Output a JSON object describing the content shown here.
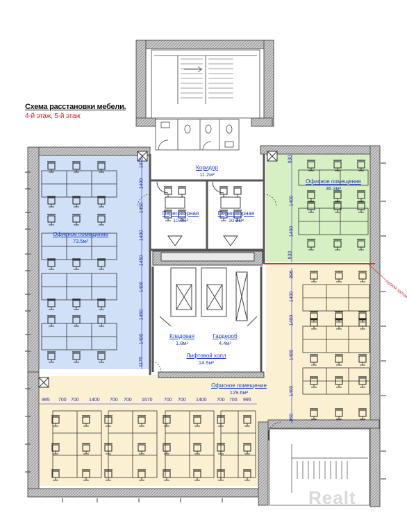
{
  "title": {
    "main": "Схема расстановки мебели.",
    "floors": "4-й этаж, 5-й этаж"
  },
  "rooms": {
    "corridor": {
      "name": "Коридор",
      "area": "11.2м²"
    },
    "meeting_1": {
      "name": "Переговорная",
      "area": "10.9м²"
    },
    "meeting_2": {
      "name": "Переговорная",
      "area": "10.9м²"
    },
    "office_left": {
      "name": "Офисное помещение",
      "area": "73.5м²"
    },
    "office_green": {
      "name": "Офисное помещение",
      "area": "36.3м²"
    },
    "office_large": {
      "name": "Офисное помещение",
      "area": "129.6м²"
    },
    "storage": {
      "name": "Кладовая",
      "area": "1.8м²"
    },
    "wardrobe": {
      "name": "Гардероб",
      "area": "4.4м²"
    },
    "lift_hall": {
      "name": "Лифтовой холл",
      "area": "14.9м²"
    }
  },
  "dimensions": {
    "left_column": [
      "1075",
      "1400",
      "1450",
      "1400",
      "1450",
      "1400",
      "1450",
      "1400",
      "1176"
    ],
    "green_column": [
      "930",
      "1400",
      "1400",
      "930"
    ],
    "right_column": [
      "996",
      "1400",
      "1400",
      "1400",
      "1400",
      "950"
    ],
    "bottom_row": [
      "995",
      "700",
      "700",
      "1400",
      "700",
      "700",
      "1670",
      "700",
      "700",
      "1400",
      "700",
      "700",
      "995"
    ]
  },
  "note": "проем заложен",
  "watermark": "Realt",
  "colors": {
    "office_blue": "#cfe0f7",
    "office_green": "#d6f0c4",
    "office_cream": "#fbf1d2",
    "wall": "#5a5a5a",
    "label_blue": "#1d3fbf",
    "accent_red": "#d42a2a"
  }
}
